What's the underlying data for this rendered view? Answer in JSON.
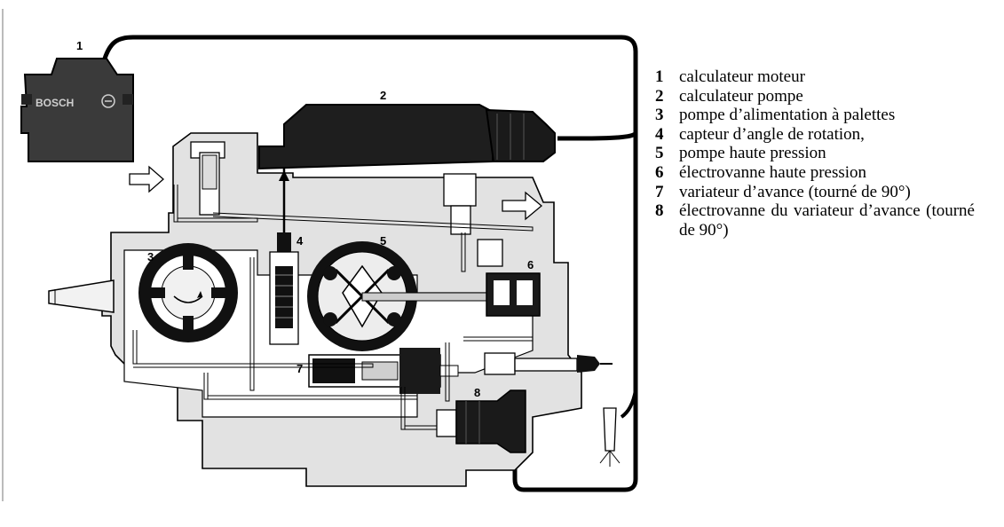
{
  "diagram": {
    "brand_text": "BOSCH",
    "callouts": [
      "1",
      "2",
      "3",
      "4",
      "5",
      "6",
      "7",
      "8"
    ]
  },
  "legend": [
    {
      "num": "1",
      "text": "calculateur moteur"
    },
    {
      "num": "2",
      "text": "calculateur pompe"
    },
    {
      "num": "3",
      "text": "pompe d’alimentation à palettes"
    },
    {
      "num": "4",
      "text": "capteur d’angle de rotation,"
    },
    {
      "num": "5",
      "text": "pompe haute pression"
    },
    {
      "num": "6",
      "text": "électrovanne haute pression"
    },
    {
      "num": "7",
      "text": "variateur d’avance (tourné de 90°)"
    },
    {
      "num": "8",
      "text": "électrovanne du variateur d’avance (tourné de 90°)"
    }
  ]
}
